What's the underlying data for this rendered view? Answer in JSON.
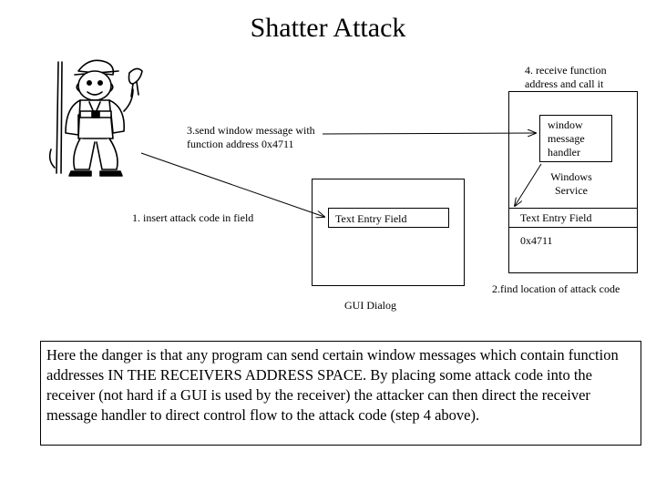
{
  "title": "Shatter Attack",
  "labels": {
    "step4": "4. receive function address  and call it",
    "step3": "3.send window message with function address 0x4711",
    "step1": "1. insert attack code in field",
    "step2": "2.find location of attack code",
    "window_handler": "window message handler",
    "windows_service": "Windows Service",
    "text_entry_left": "Text Entry Field",
    "text_entry_right": "Text Entry Field",
    "address": "0x4711",
    "gui_dialog": "GUI Dialog"
  },
  "caption": "Here the danger is that any program can send certain window messages which contain function addresses IN THE RECEIVERS ADDRESS SPACE. By placing some attack code into the receiver (not hard if a GUI is used by the receiver) the attacker can then direct the receiver message handler to direct control flow to the attack code (step 4 above).",
  "icons": {
    "attacker": "cartoon-attacker-icon"
  }
}
